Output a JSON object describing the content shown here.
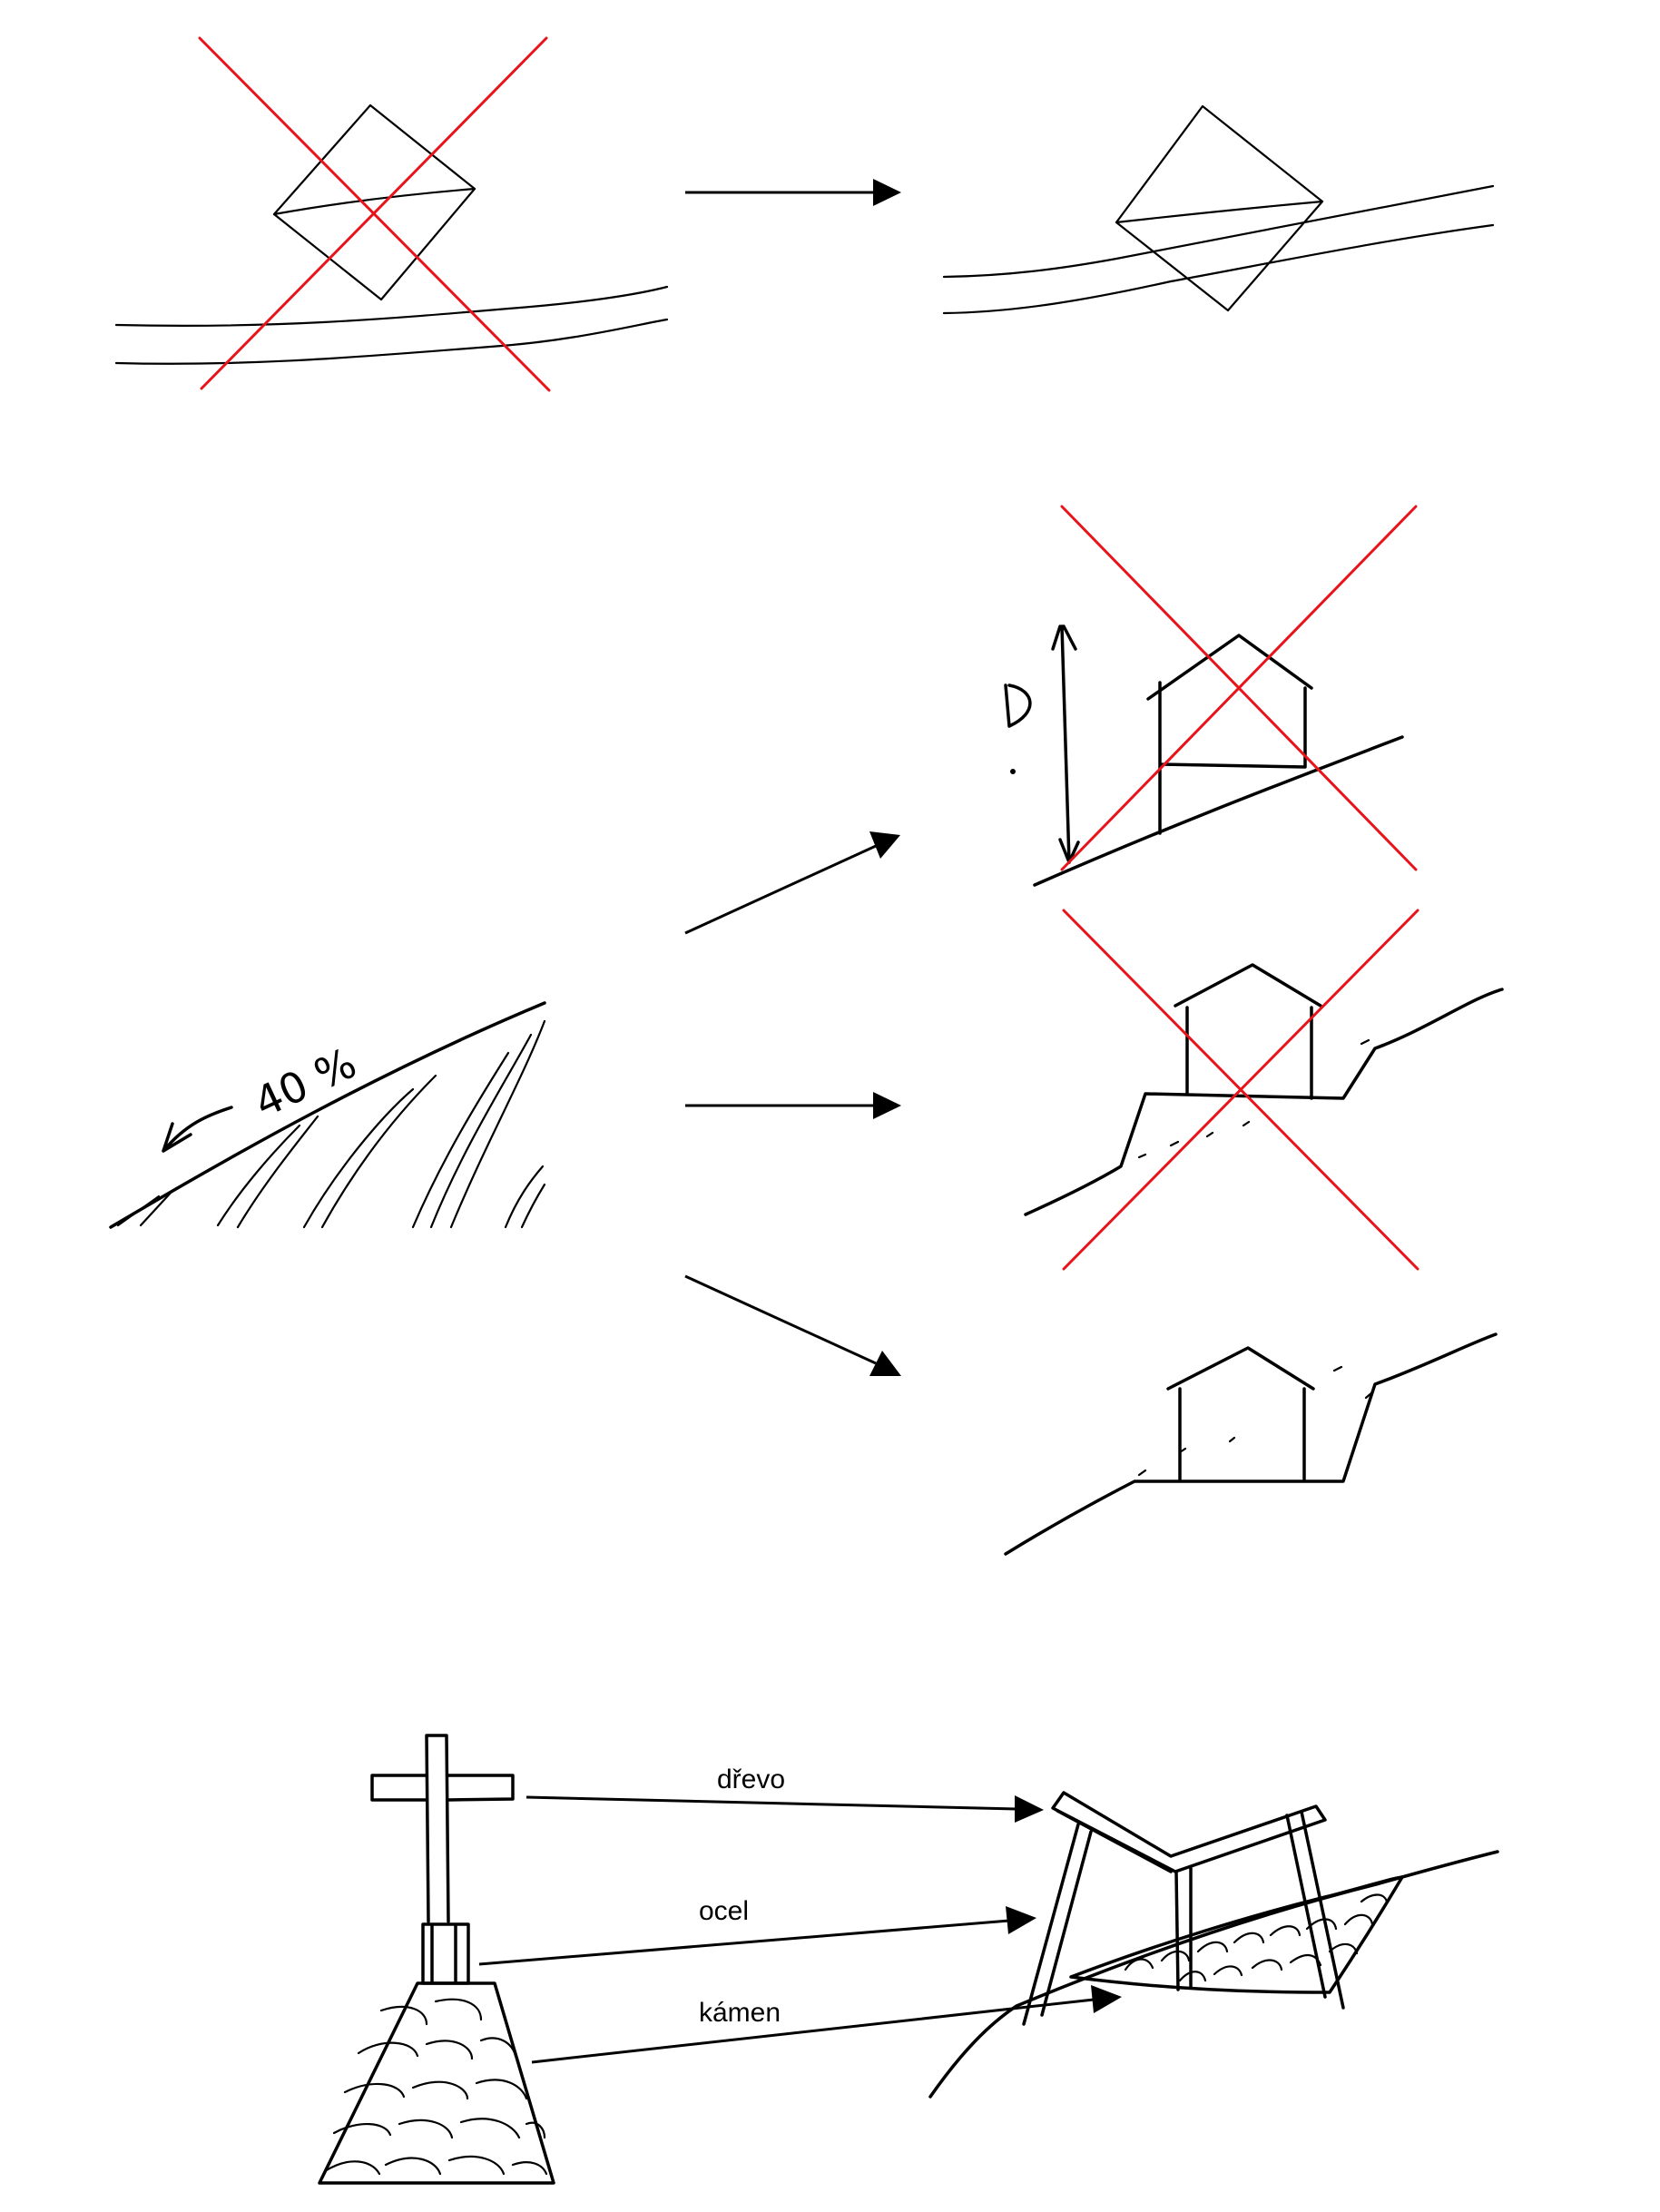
{
  "annotations": {
    "slope": "40 %",
    "height_mark": "D"
  },
  "materials": {
    "wood": "dřevo",
    "steel": "ocel",
    "stone": "kámen"
  },
  "colors": {
    "ink": "#000000",
    "reject_cross": "#e8141c"
  }
}
